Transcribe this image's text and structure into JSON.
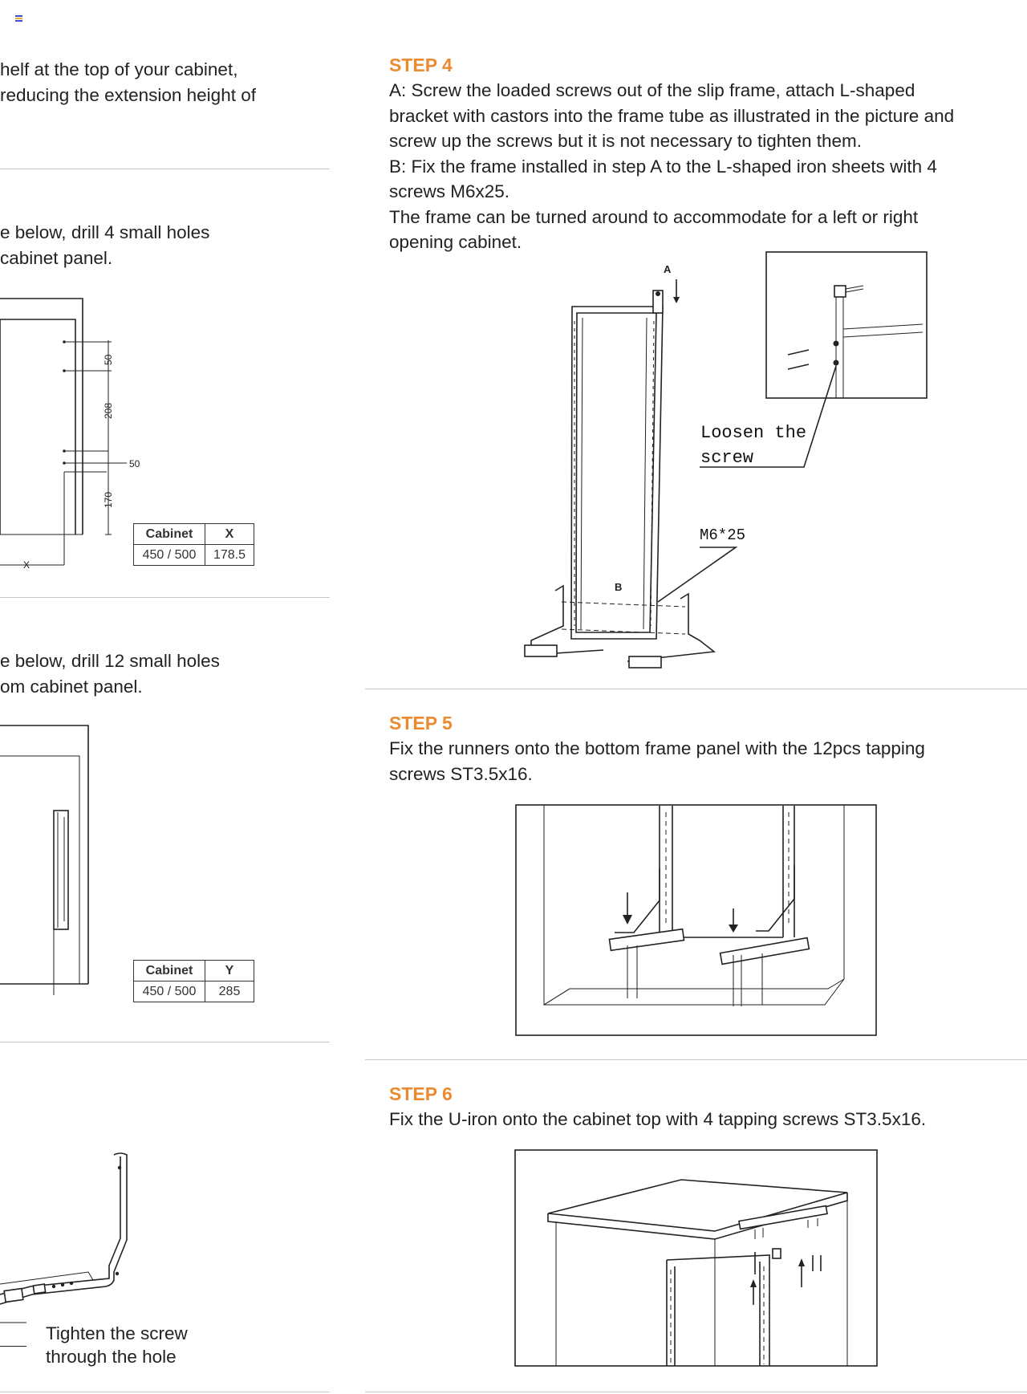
{
  "menu_icon": "menu-icon",
  "colors": {
    "accent": "#ec8a2f",
    "rule": "#c8c8c8",
    "text": "#222222"
  },
  "left": {
    "intro": {
      "line1": "helf at the top of your cabinet,",
      "line2": "reducing the extension height of"
    },
    "drill4": {
      "line1": "e below, drill 4 small holes",
      "line2": "cabinet panel.",
      "dims": {
        "d1": "50",
        "d2": "208",
        "d3": "50",
        "d4": "170",
        "x": "X"
      },
      "table": {
        "h1": "Cabinet",
        "h2": "X",
        "c1": "450 / 500",
        "c2": "178.5"
      }
    },
    "drill12": {
      "line1": "e below, drill 12 small holes",
      "line2": "om cabinet panel.",
      "table": {
        "h1": "Cabinet",
        "h2": "Y",
        "c1": "450 / 500",
        "c2": "285"
      }
    },
    "bracket": {
      "caption1": "Tighten the screw",
      "caption2": "through the hole"
    }
  },
  "step4": {
    "title": "STEP 4",
    "lines": [
      "A: Screw the loaded screws out of the slip frame, attach L-shaped",
      "bracket with castors into the frame tube as illustrated in the picture and",
      "screw up the screws but it is not necessary to tighten them.",
      "B: Fix the frame installed in step A to the L-shaped iron sheets with 4",
      "screws M6x25.",
      "The frame can be turned around to accommodate for a left or right",
      "opening cabinet."
    ],
    "label_a": "A",
    "label_b": "B",
    "loosen1": "Loosen the",
    "loosen2": "screw",
    "m6": "M6*25"
  },
  "step5": {
    "title": "STEP 5",
    "lines": [
      "Fix the runners onto the bottom frame panel with the 12pcs tapping",
      "screws ST3.5x16."
    ]
  },
  "step6": {
    "title": "STEP 6",
    "lines": [
      "Fix the U-iron onto the cabinet top with 4 tapping screws ST3.5x16."
    ]
  }
}
